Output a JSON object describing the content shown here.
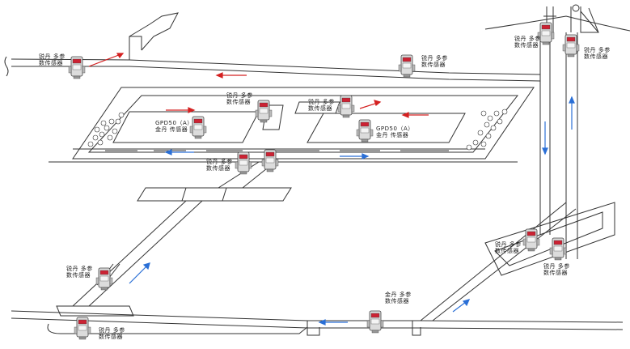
{
  "labels": {
    "sensor_a_line1": "锐丹 多参",
    "sensor_a_line2": "数传感器",
    "sensor_b_line1": "锐丹 多参",
    "sensor_b_line2": "数传感器",
    "sensor_c_line1": "锐丹 多参",
    "sensor_c_line2": "数传感器",
    "sensor_d_line1": "锐丹 多参",
    "sensor_d_line2": "数传感器",
    "sensor_e_line1": "锐丹 多参",
    "sensor_e_line2": "数传感器",
    "sensor_f_line1": "锐丹 多参",
    "sensor_f_line2": "数传感器",
    "sensor_g_line1": "锐丹 多参",
    "sensor_g_line2": "数传感器",
    "sensor_h_line1": "锐丹 多参",
    "sensor_h_line2": "数传感器",
    "sensor_i_line1": "锐丹 多参",
    "sensor_i_line2": "数传感器",
    "sensor_j_line1": "锐丹 多参",
    "sensor_j_line2": "数传感器",
    "sensor_k_line1": "锐丹 多参",
    "sensor_k_line2": "数传感器",
    "sensor_l_line1": "金丹 多参",
    "sensor_l_line2": "数传感器",
    "gpd_left_line1": "GPD50（A）",
    "gpd_left_line2": "金丹 传感器",
    "gpd_right_line1": "GPD50（A）",
    "gpd_right_line2": "金丹 传感器"
  },
  "colors": {
    "airflow_intake": "#d42020",
    "airflow_return": "#2a6fd6",
    "tunnel_line": "#333333",
    "device_body": "#d8d8d8"
  },
  "icons": {
    "sensor": "multi-parameter-sensor-icon",
    "headframe": "mine-headframe-icon",
    "fan": "ventilation-fan-duct-icon",
    "gob": "rock-gob-pile-icon"
  }
}
